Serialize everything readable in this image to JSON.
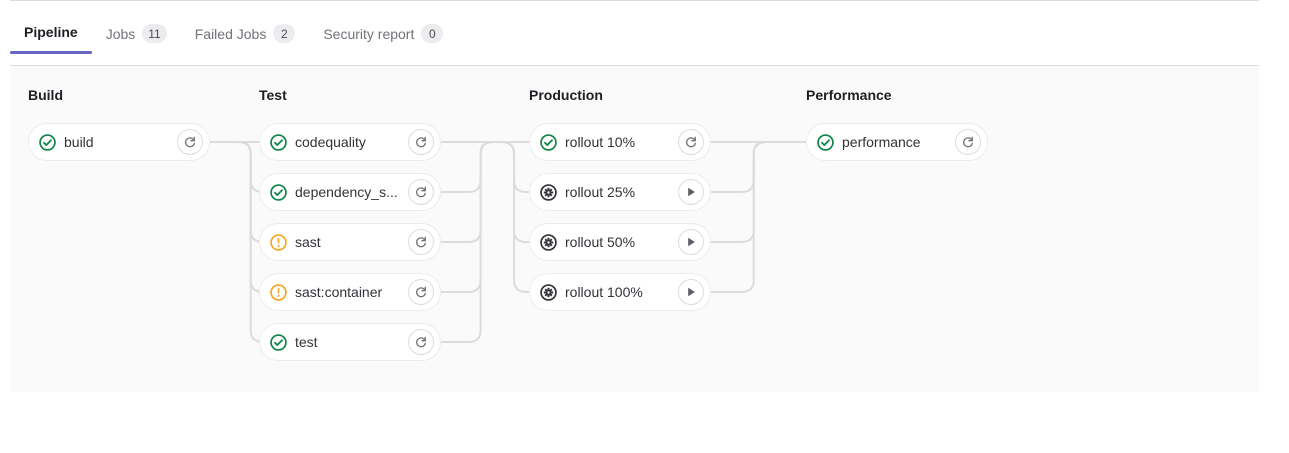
{
  "tabs": [
    {
      "label": "Pipeline",
      "badge": null,
      "active": true
    },
    {
      "label": "Jobs",
      "badge": "11",
      "active": false
    },
    {
      "label": "Failed Jobs",
      "badge": "2",
      "active": false
    },
    {
      "label": "Security report",
      "badge": "0",
      "active": false
    }
  ],
  "colors": {
    "accent": "#6666c4",
    "success": "#108548",
    "warning": "#ab6100",
    "warning_icon": "#f5a623",
    "manual": "#333238",
    "canvas": "#fafafa",
    "card_border": "#ececef",
    "connector": "#dcdcde"
  },
  "pipeline": {
    "stages": [
      {
        "name": "Build",
        "jobs": [
          {
            "name": "build",
            "status": "success",
            "action": "retry-icon"
          }
        ]
      },
      {
        "name": "Test",
        "jobs": [
          {
            "name": "codequality",
            "status": "success",
            "action": "retry-icon"
          },
          {
            "name": "dependency_s...",
            "status": "success",
            "action": "retry-icon"
          },
          {
            "name": "sast",
            "status": "warning",
            "action": "retry-icon"
          },
          {
            "name": "sast:container",
            "status": "warning",
            "action": "retry-icon"
          },
          {
            "name": "test",
            "status": "success",
            "action": "retry-icon"
          }
        ]
      },
      {
        "name": "Production",
        "jobs": [
          {
            "name": "rollout 10%",
            "status": "success",
            "action": "retry-icon"
          },
          {
            "name": "rollout 25%",
            "status": "manual",
            "action": "play-icon"
          },
          {
            "name": "rollout 50%",
            "status": "manual",
            "action": "play-icon"
          },
          {
            "name": "rollout 100%",
            "status": "manual",
            "action": "play-icon"
          }
        ]
      },
      {
        "name": "Performance",
        "jobs": [
          {
            "name": "performance",
            "status": "success",
            "action": "retry-icon"
          }
        ]
      }
    ]
  }
}
